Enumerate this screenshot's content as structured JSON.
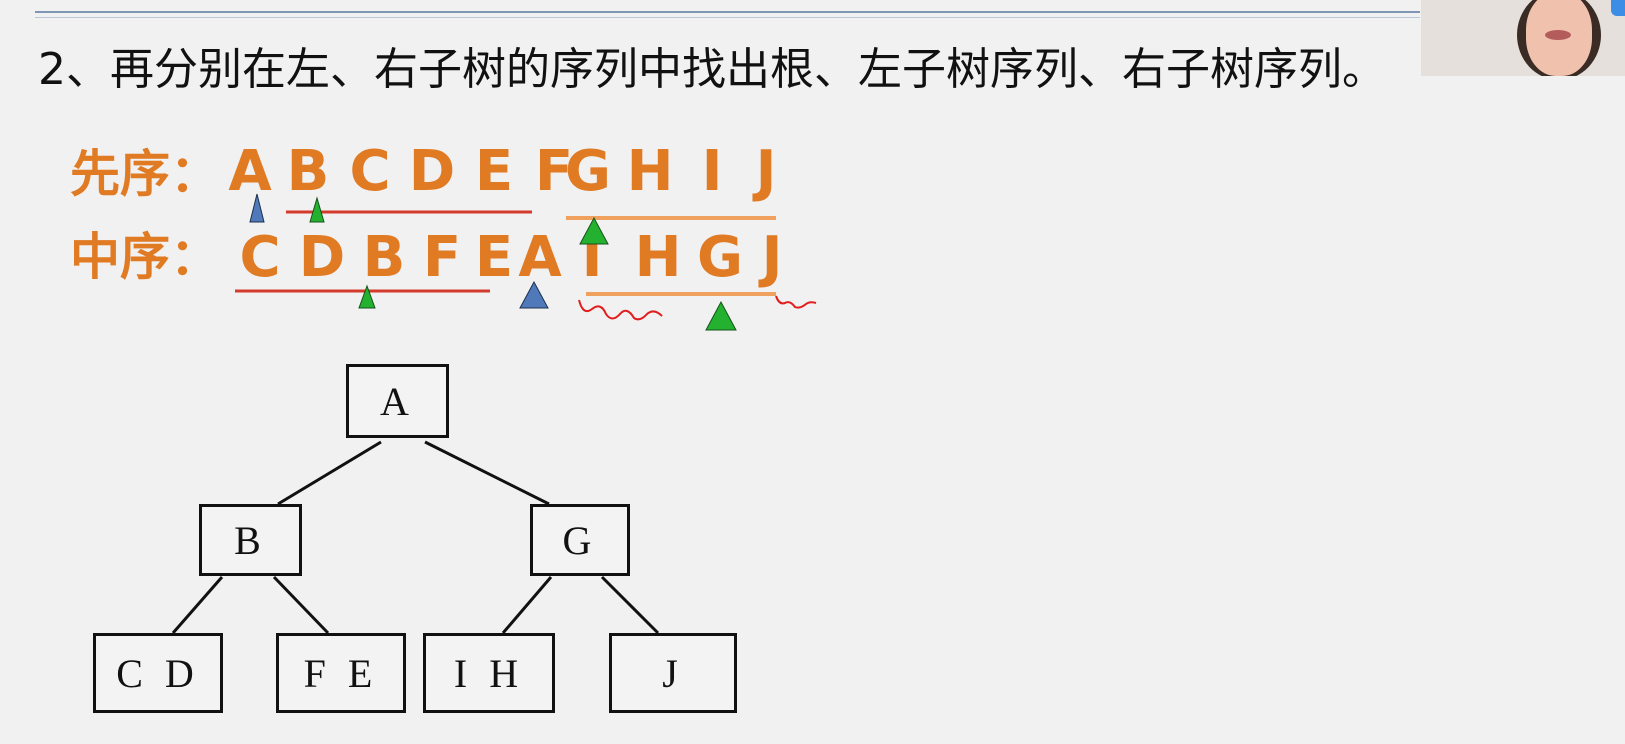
{
  "heading": "2、再分别在左、右子树的序列中找出根、左子树序列、右子树序列。",
  "preorder": {
    "label": "先序：",
    "letters": [
      "A",
      "B",
      "C",
      "D",
      "E",
      "F",
      "G",
      "H",
      "I",
      "J"
    ]
  },
  "inorder": {
    "label": "中序：",
    "letters": [
      "C",
      "D",
      "B",
      "F",
      "E",
      "A",
      "I",
      "H",
      "G",
      "J"
    ]
  },
  "tree": {
    "root": "A",
    "left": "B",
    "right": "G",
    "left_left": "C D",
    "left_right": "F E",
    "right_left": "I H",
    "right_right": "J"
  },
  "colors": {
    "sequence_text": "#e07a23",
    "left_subtree_underline": "#d33b2c",
    "right_subtree_underline": "#f0a15e",
    "root_marker": "#4f79b9",
    "subroot_marker": "#23b12f",
    "handwritten_mark": "#e11d1d"
  },
  "icons": {
    "root_marker": "blue-triangle-marker",
    "subroot_marker": "green-triangle-marker",
    "presenter": "presenter-webcam"
  }
}
